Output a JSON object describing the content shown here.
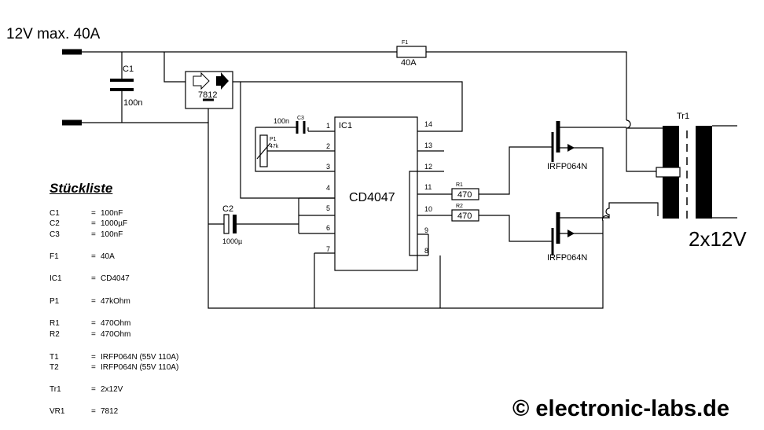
{
  "header": {
    "supply_label": "12V max. 40A"
  },
  "output_label": "2x12V",
  "components": {
    "c1": {
      "ref": "C1",
      "value": "100n"
    },
    "c2": {
      "ref": "C2",
      "value": "1000µ"
    },
    "c3": {
      "ref": "C3",
      "value": "100n"
    },
    "p1": {
      "ref": "P1",
      "value": "47k"
    },
    "f1": {
      "ref": "F1",
      "value": "40A"
    },
    "vr1": {
      "value": "7812"
    },
    "ic1": {
      "ref": "IC1",
      "name": "CD4047",
      "pins": [
        "1",
        "2",
        "3",
        "4",
        "5",
        "6",
        "7",
        "8",
        "9",
        "10",
        "11",
        "12",
        "13",
        "14"
      ]
    },
    "r1": {
      "ref": "R1",
      "value": "470"
    },
    "r2": {
      "ref": "R2",
      "value": "470"
    },
    "t1": {
      "part": "IRFP064N"
    },
    "t2": {
      "part": "IRFP064N"
    },
    "tr1": {
      "ref": "Tr1"
    }
  },
  "bom": {
    "title": "Stückliste",
    "rows": [
      {
        "ref": "C1",
        "eq": "=",
        "value": "100nF"
      },
      {
        "ref": "C2",
        "eq": "=",
        "value": "1000µF"
      },
      {
        "ref": "C3",
        "eq": "=",
        "value": "100nF"
      },
      {
        "ref": "F1",
        "eq": "=",
        "value": "40A"
      },
      {
        "ref": "IC1",
        "eq": "=",
        "value": "CD4047"
      },
      {
        "ref": "P1",
        "eq": "=",
        "value": "47kOhm"
      },
      {
        "ref": "R1",
        "eq": "=",
        "value": "470Ohm"
      },
      {
        "ref": "R2",
        "eq": "=",
        "value": "470Ohm"
      },
      {
        "ref": "T1",
        "eq": "=",
        "value": "IRFP064N    (55V 110A)"
      },
      {
        "ref": "T2",
        "eq": "=",
        "value": "IRFP064N    (55V 110A)"
      },
      {
        "ref": "Tr1",
        "eq": "=",
        "value": "2x12V"
      },
      {
        "ref": "VR1",
        "eq": "=",
        "value": "7812"
      }
    ]
  },
  "copyright": "© electronic-labs.de"
}
